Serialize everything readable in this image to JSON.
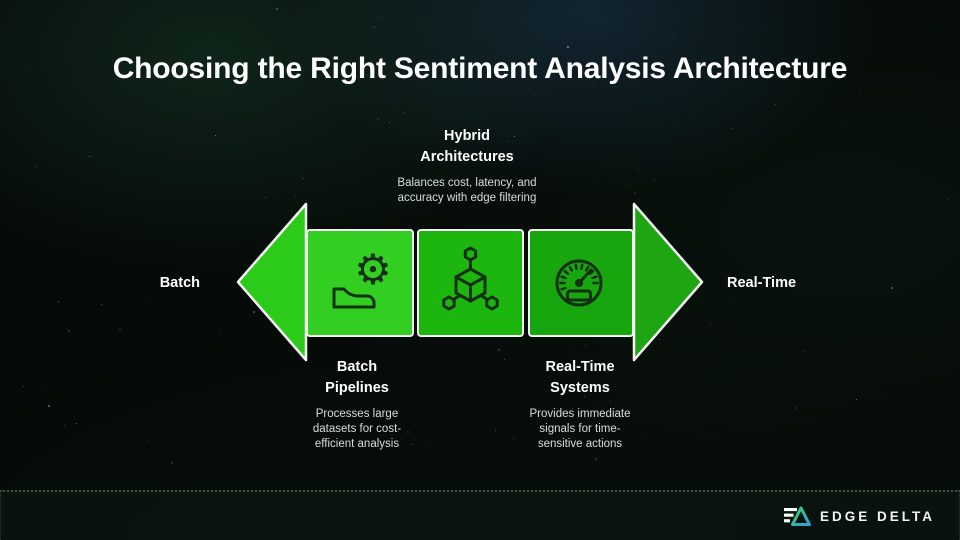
{
  "slide": {
    "title": "Choosing the Right Sentiment Analysis Architecture"
  },
  "icons": {
    "gear_glyph": "⚙"
  },
  "diagram": {
    "left_end_label": "Batch",
    "right_end_label": "Real-Time",
    "stages": [
      {
        "icon": "gear-ramp-icon",
        "name": "Batch\nPipelines",
        "description": "Processes large\ndatasets for cost-\nefficient analysis"
      },
      {
        "icon": "distributed-cube-icon",
        "name": "Hybrid\nArchitectures",
        "description": "Balances cost, latency, and\naccuracy with edge filtering"
      },
      {
        "icon": "speedometer-icon",
        "name": "Real-Time\nSystems",
        "description": "Provides immediate\nsignals for time-\nsensitive actions"
      }
    ],
    "colors": {
      "arrow_head_left": "#2ccb19",
      "square_batch": "#32cf22",
      "square_hybrid": "#1db60f",
      "square_realtime": "#18a60e",
      "arrow_head_right": "#1ea511",
      "outline": "#f4f7f4",
      "icon": "#133012"
    }
  },
  "footer": {
    "brand": "EDGE DELTA",
    "logo_gradient_start": "#3ecf64",
    "logo_gradient_end": "#2e9fe0"
  }
}
